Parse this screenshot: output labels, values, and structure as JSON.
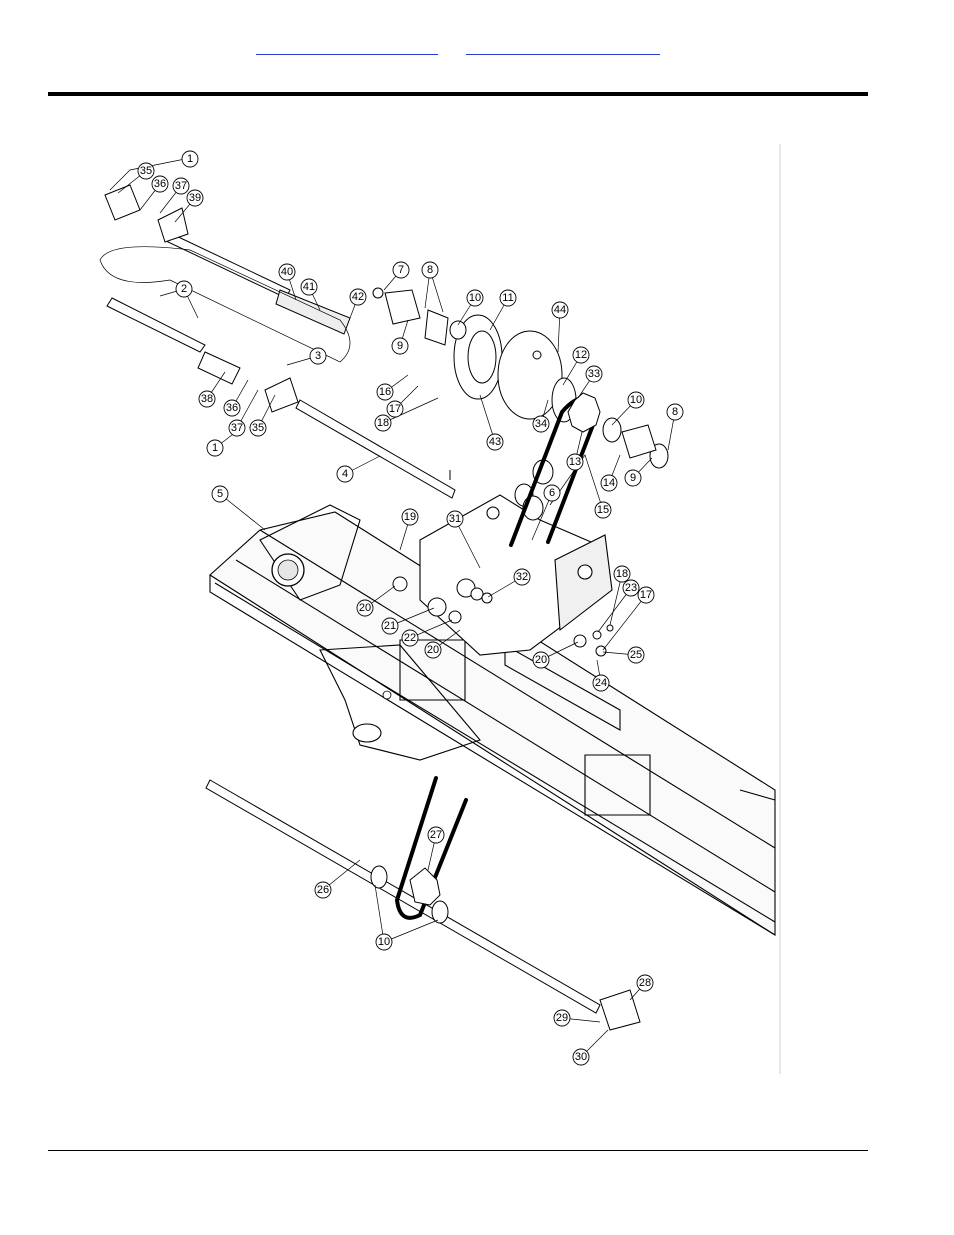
{
  "header": {
    "links": [
      {
        "text": ""
      },
      {
        "text": ""
      }
    ]
  },
  "diagram": {
    "callouts": [
      "1",
      "2",
      "3",
      "4",
      "5",
      "6",
      "7",
      "8",
      "9",
      "10",
      "11",
      "12",
      "13",
      "14",
      "15",
      "16",
      "17",
      "18",
      "19",
      "20",
      "21",
      "22",
      "23",
      "24",
      "25",
      "26",
      "27",
      "28",
      "29",
      "30",
      "31",
      "32",
      "33",
      "34",
      "35",
      "36",
      "37",
      "38",
      "39",
      "40",
      "41",
      "42",
      "43",
      "44"
    ]
  }
}
